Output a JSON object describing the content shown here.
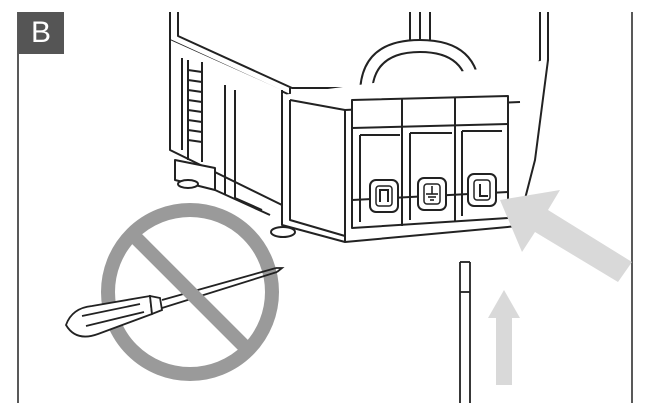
{
  "panel": {
    "step_label": "B"
  },
  "terminals": [
    {
      "symbol": "N",
      "name": "neutral"
    },
    {
      "symbol": "earth",
      "name": "ground"
    },
    {
      "symbol": "L",
      "name": "live"
    }
  ],
  "icons": {
    "prohibition": "no-screwdriver-icon",
    "insert_arrow": "arrow-up-icon",
    "point_arrow": "arrow-pointer-icon"
  },
  "colors": {
    "line": "#222222",
    "badge_bg": "#555555",
    "badge_text": "#ffffff",
    "prohibition": "#9a9a9a",
    "arrow": "#d9d9d9",
    "frame": "#222222"
  }
}
